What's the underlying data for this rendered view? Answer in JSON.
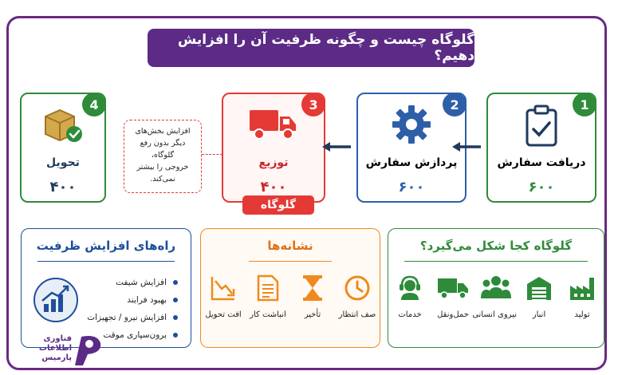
{
  "title": "گلوگاه چیست و چگونه ظرفیت آن را افزایش دهیم؟",
  "steps": [
    {
      "num": "1",
      "label": "دریافت سفارش",
      "value": "۶۰۰",
      "color": "#2e8b3a",
      "icon": "clipboard-check-icon"
    },
    {
      "num": "2",
      "label": "پردازش سفارش",
      "value": "۶۰۰",
      "color": "#2d5fa8",
      "icon": "gear-icon"
    },
    {
      "num": "3",
      "label": "توزیع",
      "value": "۴۰۰",
      "color": "#e53935",
      "icon": "truck-icon"
    },
    {
      "num": "4",
      "label": "تحویل",
      "value": "۴۰۰",
      "color": "#2e8b3a",
      "icon": "package-check-icon"
    }
  ],
  "bottleneck_tag": "گلوگاه",
  "note": {
    "lines": [
      "افزایش بخش‌های",
      "دیگر بدون رفع گلوگاه،",
      "خروجی را بیشتر",
      "نمی‌کند."
    ]
  },
  "where_panel": {
    "title": "گلوگاه کجا شکل می‌گیرد؟",
    "color": "#2e8b3a",
    "items": [
      {
        "label": "تولید",
        "icon": "factory-icon"
      },
      {
        "label": "انبار",
        "icon": "warehouse-icon"
      },
      {
        "label": "نیروی انسانی",
        "icon": "people-icon"
      },
      {
        "label": "حمل‌ونقل",
        "icon": "truck-icon"
      },
      {
        "label": "خدمات",
        "icon": "headset-icon"
      }
    ]
  },
  "signs_panel": {
    "title": "نشانه‌ها",
    "color": "#f0891f",
    "items": [
      {
        "label": "صف انتظار",
        "icon": "clock-icon"
      },
      {
        "label": "تأخیر",
        "icon": "hourglass-icon"
      },
      {
        "label": "انباشت کار",
        "icon": "document-icon"
      },
      {
        "label": "افت تحویل",
        "icon": "trend-down-icon"
      }
    ]
  },
  "ways_panel": {
    "title": "راه‌های افزایش ظرفیت",
    "color": "#1f4f9a",
    "items": [
      "افزایش شیفت",
      "بهبود فرایند",
      "افزایش نیرو / تجهیزات",
      "برون‌سپاری موقت"
    ]
  },
  "logo": {
    "line1": "فناوری",
    "line2": "اطلاعات",
    "line3": "پارمیس",
    "color": "#5b2b86"
  }
}
